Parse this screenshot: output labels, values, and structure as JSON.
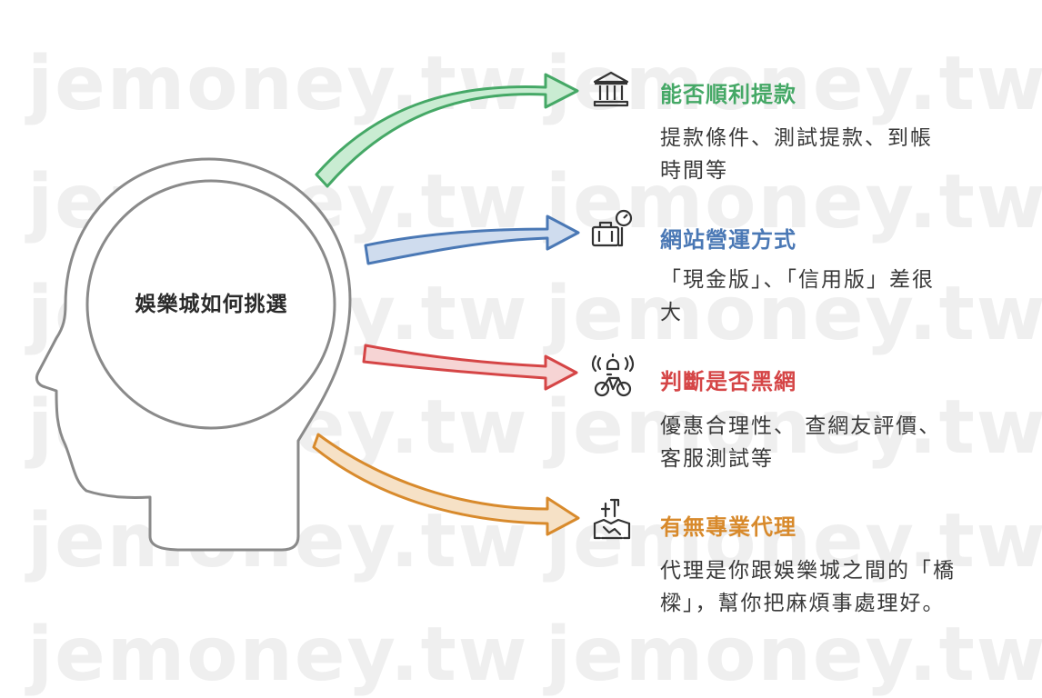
{
  "watermark": "jemoney.tw",
  "center_label": "娛樂城如何挑選",
  "branches": [
    {
      "title": "能否順利提款",
      "desc_line1": "提款條件、測試提款、到帳",
      "desc_line2": "時間等",
      "color": "#45a866",
      "icon": "bank-icon"
    },
    {
      "title": "網站營運方式",
      "desc_line1": "「現金版」、「信用版」差很",
      "desc_line2": "大",
      "color": "#4a78b5",
      "icon": "suitcase-gauge-icon"
    },
    {
      "title": "判斷是否黑網",
      "desc_line1": "優惠合理性、 查網友評價、",
      "desc_line2": "客服測試等",
      "color": "#d54546",
      "icon": "alarm-bike-icon"
    },
    {
      "title": "有無專業代理",
      "desc_line1": "代理是你跟娛樂城之間的「橋",
      "desc_line2": "樑」，幫你把麻煩事處理好。",
      "color": "#d88a2c",
      "icon": "handshake-icon"
    }
  ]
}
